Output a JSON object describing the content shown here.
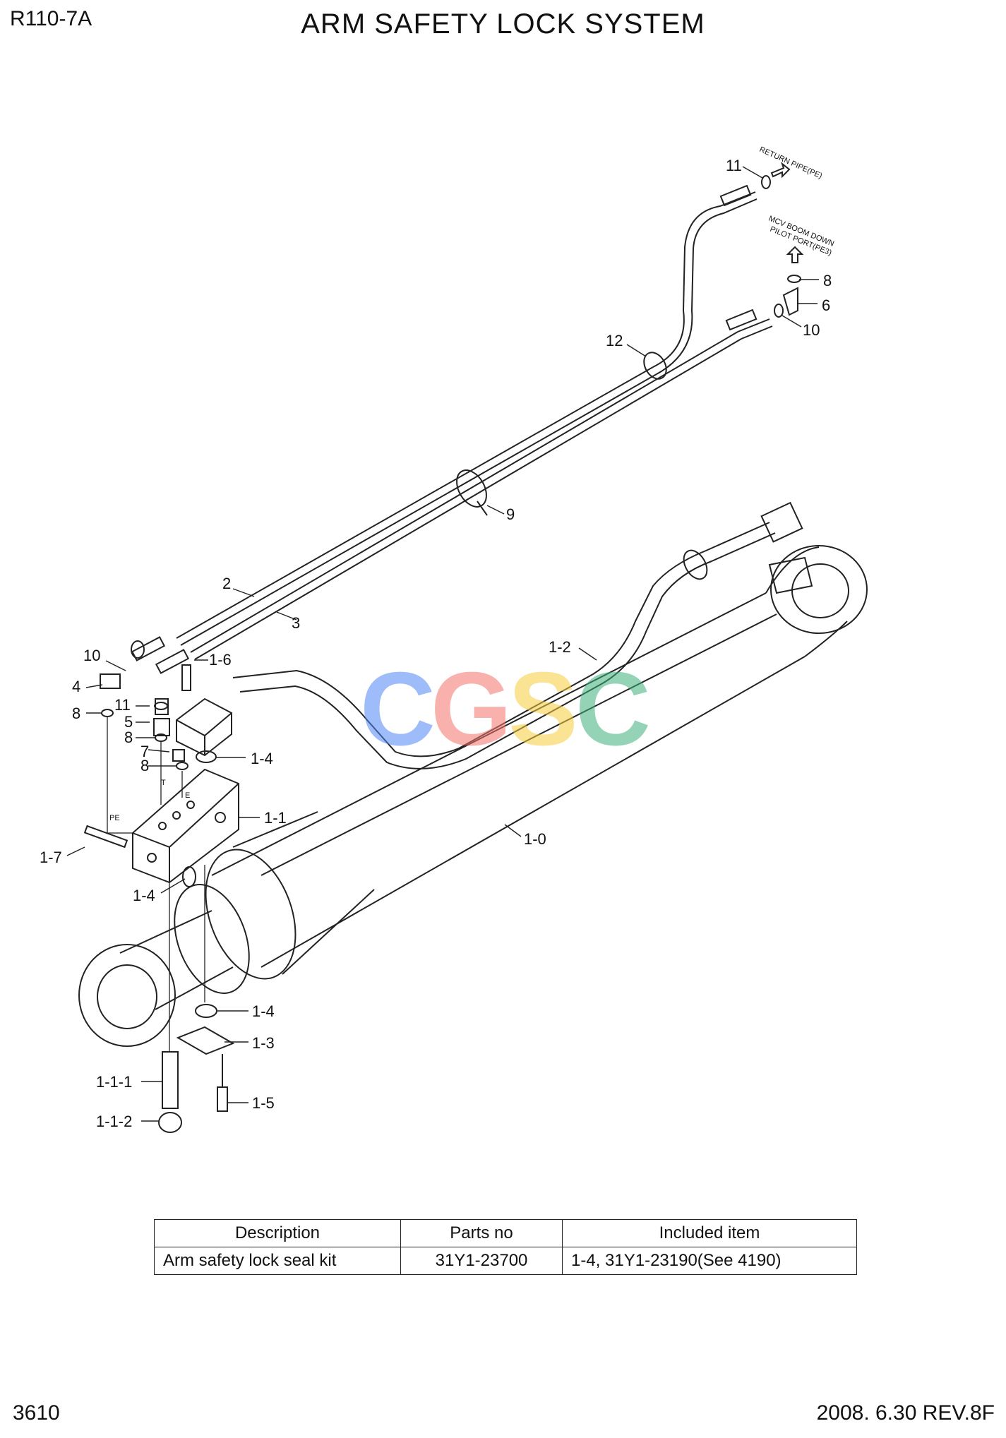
{
  "header": {
    "model": "R110-7A",
    "title": "ARM SAFETY LOCK SYSTEM"
  },
  "footer": {
    "page_number": "3610",
    "revision": "2008. 6.30 REV.8F"
  },
  "diagram": {
    "part_labels": [
      "11",
      "8",
      "6",
      "10",
      "12",
      "9",
      "2",
      "3",
      "1-2",
      "1-6",
      "10",
      "4",
      "11",
      "8",
      "5",
      "8",
      "7",
      "8",
      "1-4",
      "1-1",
      "1-7",
      "1-4",
      "1-0",
      "1-4",
      "1-3",
      "1-1-1",
      "1-5",
      "1-1-2"
    ],
    "port_labels": [
      "T",
      "PE",
      "E"
    ],
    "annotations": {
      "return_pipe": "RETURN PIPE(PE)",
      "mcv_line1": "MCV BOOM DOWN",
      "mcv_line2": "PILOT PORT(PE3)"
    },
    "watermark": {
      "letters": [
        "C",
        "G",
        "S",
        "C"
      ],
      "colors": [
        "#4f86f7",
        "#f4736b",
        "#f7cf3c",
        "#3fb07c"
      ]
    }
  },
  "kit_table": {
    "headers": [
      "Description",
      "Parts no",
      "Included item"
    ],
    "rows": [
      [
        "Arm safety lock seal kit",
        "31Y1-23700",
        "1-4, 31Y1-23190(See 4190)"
      ]
    ]
  }
}
